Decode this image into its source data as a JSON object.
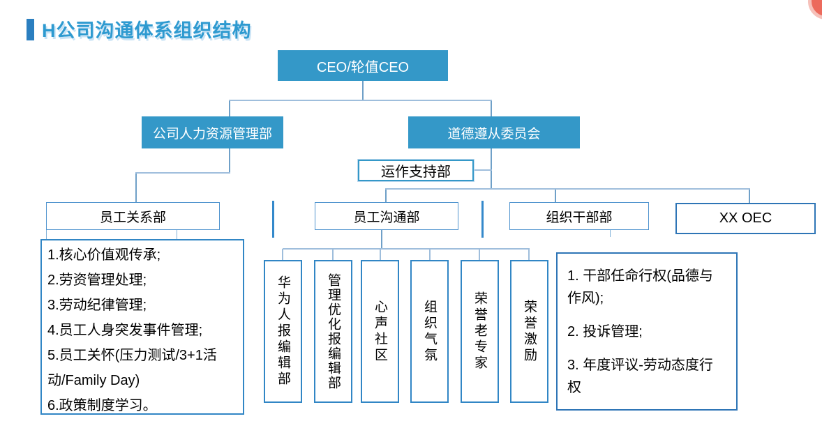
{
  "page_title": "H公司沟通体系组织结构",
  "org": {
    "ceo": {
      "label": "CEO/轮值CEO"
    },
    "hr_dept": {
      "label": "公司人力资源管理部"
    },
    "ethics_committee": {
      "label": "道德遵从委员会"
    },
    "ops_support": {
      "label": "运作支持部"
    },
    "employee_relations": {
      "label": "员工关系部"
    },
    "employee_communication": {
      "label": "员工沟通部"
    },
    "org_cadre": {
      "label": "组织干部部"
    },
    "xx_oec": {
      "label": "XX OEC"
    },
    "relations_duties": [
      "1.核心价值观传承;",
      "2.劳资管理处理;",
      "3.劳动纪律管理;",
      "4.员工人身突发事件管理;",
      "5.员工关怀(压力测试/3+1活动/Family Day)",
      "6.政策制度学习。"
    ],
    "comm_subunits": [
      "华为人报编辑部",
      "管理优化报编辑部",
      "心声社区",
      "组织气氛",
      "荣誉老专家",
      "荣誉激励"
    ],
    "cadre_duties": [
      "1. 干部任命行权(品德与作风);",
      "2. 投诉管理;",
      "3. 年度评议-劳动态度行权"
    ]
  },
  "colors": {
    "node_fill_blue": "#3498C8",
    "strong_border_blue": "#2E75B6",
    "title_blue": "#2E9AD0",
    "connector_blue": "#9FBEDC",
    "separator_blue": "#3489CB",
    "badge_red": "#EC6A5C"
  },
  "icons": {
    "floating_badge": "red-circle-badge"
  }
}
